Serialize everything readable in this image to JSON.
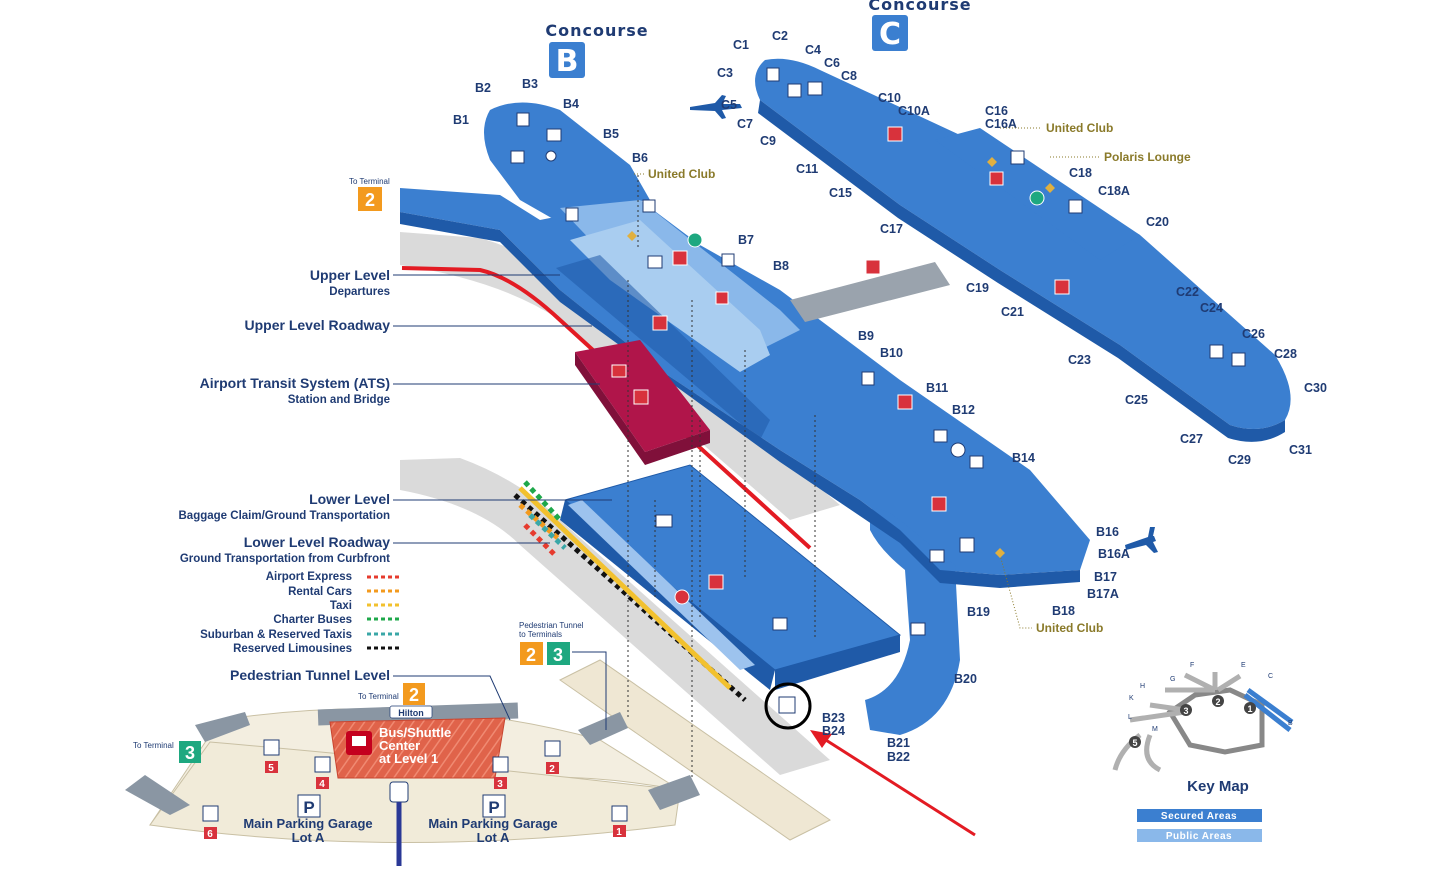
{
  "concourses": {
    "b": {
      "title": "Concourse",
      "letter": "B"
    },
    "c": {
      "title": "Concourse",
      "letter": "C"
    }
  },
  "gates_b": [
    "B1",
    "B2",
    "B3",
    "B4",
    "B5",
    "B6",
    "B7",
    "B8",
    "B9",
    "B10",
    "B11",
    "B12",
    "B14",
    "B16",
    "B16A",
    "B17",
    "B17A",
    "B18",
    "B19",
    "B20",
    "B21",
    "B22",
    "B23",
    "B24"
  ],
  "gates_c": [
    "C1",
    "C2",
    "C3",
    "C4",
    "C5",
    "C6",
    "C7",
    "C8",
    "C9",
    "C10",
    "C10A",
    "C11",
    "C15",
    "C16",
    "C16A",
    "C17",
    "C18",
    "C18A",
    "C19",
    "C20",
    "C21",
    "C22",
    "C23",
    "C24",
    "C25",
    "C26",
    "C27",
    "C28",
    "C29",
    "C30",
    "C31"
  ],
  "clubs": {
    "b6_club": "United Club",
    "c16_club": "United Club",
    "polaris": "Polaris Lounge",
    "b18_club": "United Club"
  },
  "labels": {
    "upper_level": "Upper Level",
    "departures": "Departures",
    "upper_roadway": "Upper Level Roadway",
    "ats": "Airport Transit System (ATS)",
    "ats_sub": "Station and Bridge",
    "lower_level": "Lower Level",
    "baggage": "Baggage Claim/Ground Transportation",
    "lower_roadway": "Lower Level Roadway",
    "ground_curb": "Ground Transportation from Curbfront",
    "ped_tunnel_level": "Pedestrian Tunnel Level",
    "ped_tunnel_terminals": "Pedestrian Tunnel",
    "to_terminals": "to Terminals",
    "to_terminal": "To Terminal",
    "hilton": "Hilton",
    "bus_shuttle_1": "Bus/Shuttle",
    "bus_shuttle_2": "Center",
    "bus_shuttle_3": "at Level 1",
    "garage_left_1": "Main Parking Garage",
    "garage_left_2": "Lot A",
    "garage_right_1": "Main Parking Garage",
    "garage_right_2": "Lot A",
    "parking": "P",
    "key_map": "Key Map",
    "secured": "Secured Areas",
    "public": "Public Areas"
  },
  "legend": [
    {
      "name": "Airport Express",
      "color": "#e63b2e"
    },
    {
      "name": "Rental Cars",
      "color": "#f39a1e"
    },
    {
      "name": "Taxi",
      "color": "#f2c12e"
    },
    {
      "name": "Charter Buses",
      "color": "#1ea84a"
    },
    {
      "name": "Suburban & Reserved Taxis",
      "color": "#3aa7a7"
    },
    {
      "name": "Reserved Limousines",
      "color": "#111111"
    }
  ],
  "terminal_badges": {
    "t2_top": "2",
    "t2_tunnel": "2",
    "t3_tunnel": "3",
    "t2_hilton": "2",
    "t3_left": "3"
  },
  "garage_elevators": [
    "6",
    "5",
    "4",
    "3",
    "2",
    "1"
  ],
  "keymap_letters": [
    "B",
    "C",
    "E",
    "F",
    "G",
    "H",
    "K",
    "L",
    "M"
  ],
  "keymap_numbers": [
    "1",
    "2",
    "3",
    "5"
  ],
  "colors": {
    "concourse": "#3b7fd0",
    "concourse_dark": "#1f5aa8",
    "concourse_light": "#8ab8ea",
    "ats": "#b0154a",
    "terminal_orange": "#f39a1e",
    "terminal_green": "#1ea880",
    "red_service": "#d8323c",
    "label_navy": "#1f3b73",
    "club_gold": "#8a7a2a",
    "roadway_gray": "#d9d9d9",
    "tunnel_beige": "#efe7d3",
    "bus_center": "#e0634a"
  }
}
